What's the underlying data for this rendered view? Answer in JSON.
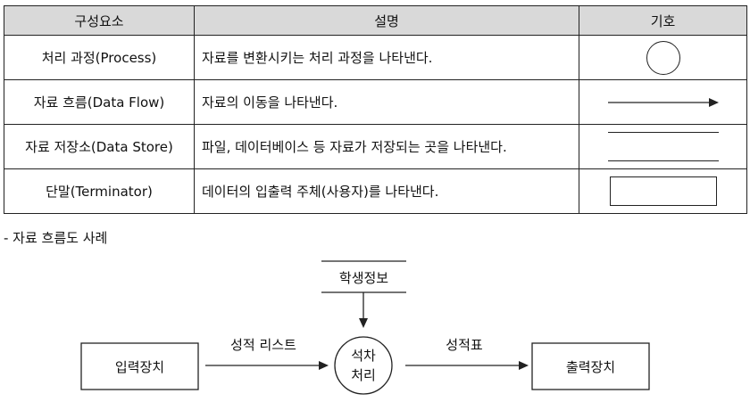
{
  "table": {
    "headers": [
      "구성요소",
      "설명",
      "기호"
    ],
    "rows": [
      {
        "component": "처리 과정(Process)",
        "description": "자료를 변환시키는 처리 과정을 나타낸다.",
        "symbol": "circle-symbol"
      },
      {
        "component": "자료 흐름(Data Flow)",
        "description": "자료의 이동을 나타낸다.",
        "symbol": "arrow-symbol"
      },
      {
        "component": "자료 저장소(Data Store)",
        "description": "파일, 데이터베이스 등 자료가 저장되는 곳을 나타낸다.",
        "symbol": "parallel-lines-symbol"
      },
      {
        "component": "단말(Terminator)",
        "description": "데이터의 입출력 주체(사용자)를 나타낸다.",
        "symbol": "rectangle-symbol"
      }
    ]
  },
  "example": {
    "title": "- 자료 흐름도 사례",
    "store": "학생정보",
    "input_terminator": "입력장치",
    "process_line1": "석차",
    "process_line2": "처리",
    "output_terminator": "출력장치",
    "flow_in_label": "성적 리스트",
    "flow_out_label": "성적표"
  }
}
